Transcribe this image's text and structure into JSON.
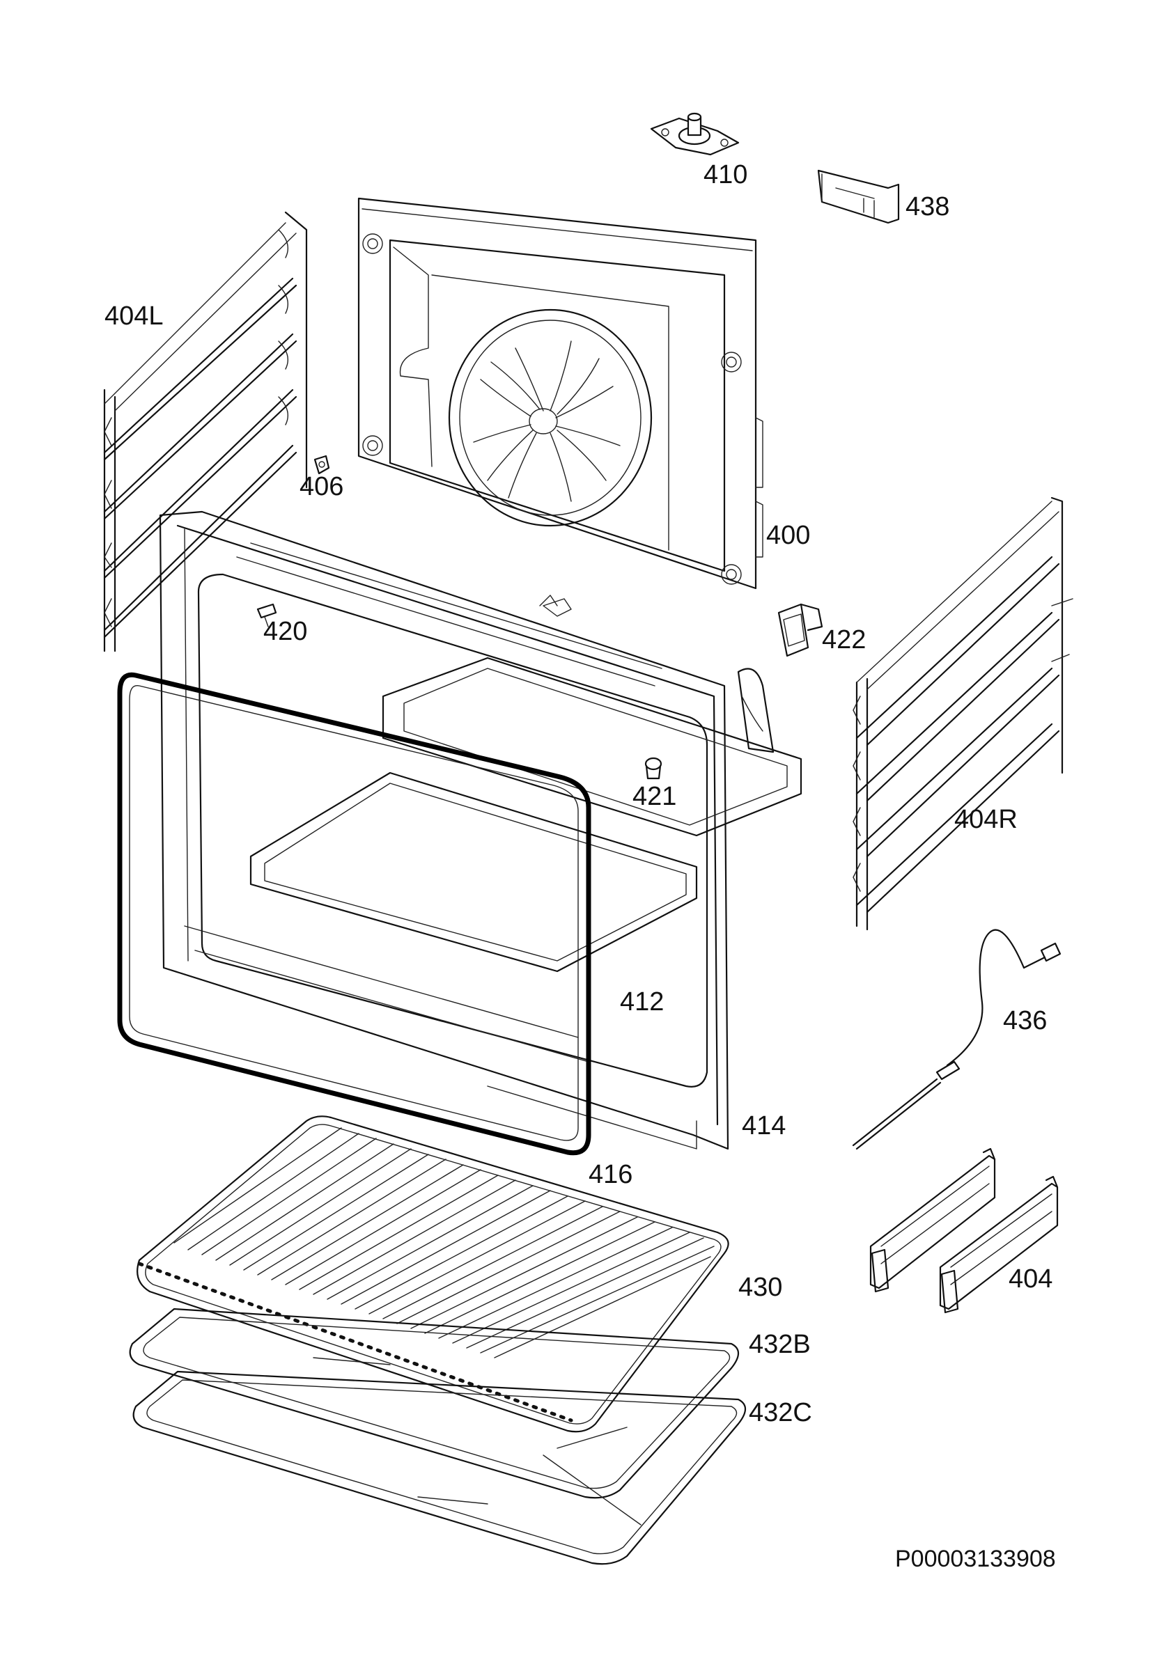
{
  "diagram": {
    "parts": [
      {
        "id": "p410",
        "label": "410"
      },
      {
        "id": "p438",
        "label": "438"
      },
      {
        "id": "p404L",
        "label": "404L"
      },
      {
        "id": "p406",
        "label": "406"
      },
      {
        "id": "p400",
        "label": "400"
      },
      {
        "id": "p420",
        "label": "420"
      },
      {
        "id": "p422",
        "label": "422"
      },
      {
        "id": "p421",
        "label": "421"
      },
      {
        "id": "p404R",
        "label": "404R"
      },
      {
        "id": "p412",
        "label": "412"
      },
      {
        "id": "p436",
        "label": "436"
      },
      {
        "id": "p414",
        "label": "414"
      },
      {
        "id": "p416",
        "label": "416"
      },
      {
        "id": "p430",
        "label": "430"
      },
      {
        "id": "p404",
        "label": "404"
      },
      {
        "id": "p432B",
        "label": "432B"
      },
      {
        "id": "p432C",
        "label": "432C"
      }
    ],
    "document_code": "P00003133908"
  }
}
